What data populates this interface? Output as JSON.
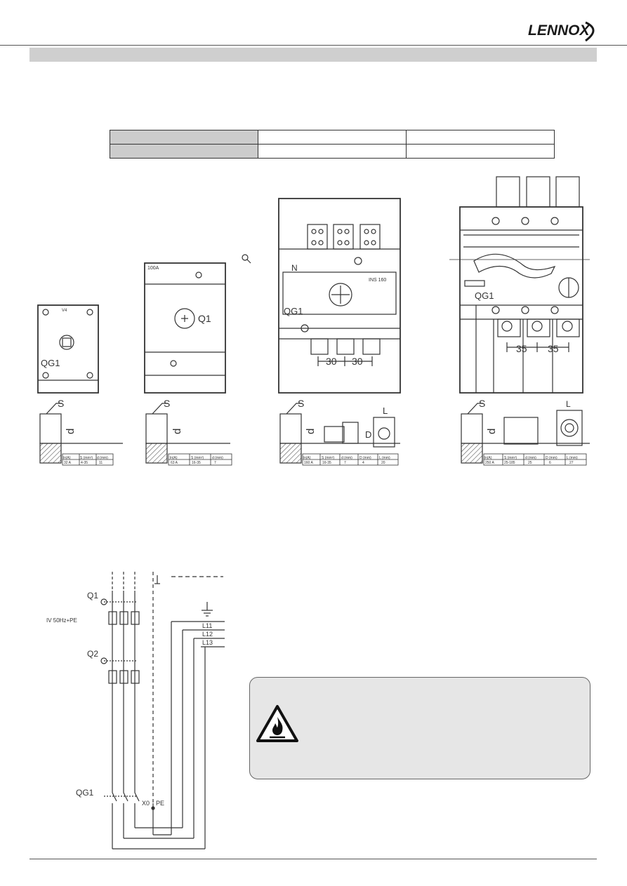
{
  "header": {
    "brand": "LENNOX"
  },
  "drawings": {
    "d1": {
      "top_text": "V4",
      "label": "QG1",
      "table": {
        "headers": [
          "ln(A)",
          "S (mm²)",
          "d (mm)"
        ],
        "values": [
          "32 A",
          "4-35",
          "11"
        ]
      }
    },
    "d2": {
      "top_text": "100A",
      "label": "Q1",
      "table": {
        "headers": [
          "ln(A)",
          "S (mm²)",
          "d (mm)"
        ],
        "values": [
          "63 A",
          "16-35",
          "7"
        ]
      }
    },
    "d3": {
      "label_n": "N",
      "model": "INS 160",
      "label": "QG1",
      "dim_a": "30",
      "dim_b": "30",
      "side_l": "L",
      "side_d": "D",
      "table": {
        "headers": [
          "ln(A)",
          "S (mm²)",
          "d (mm)",
          "D (mm)",
          "L (mm)"
        ],
        "values": [
          "160 A",
          "16-35",
          "7",
          "4",
          "20"
        ]
      }
    },
    "d4": {
      "label": "QG1",
      "dim_a": "35",
      "dim_b": "35",
      "side_l": "L",
      "table": {
        "headers": [
          "ln(A)",
          "S (mm²)",
          "d (mm)",
          "D (mm)",
          "L (mm)"
        ],
        "values": [
          "250 A",
          "25-185",
          "25",
          "6",
          "27"
        ]
      }
    },
    "s_label": "S",
    "d_label": "d"
  },
  "schematic": {
    "q1": "Q1",
    "q2": "Q2",
    "qg1": "QG1",
    "supply": "IV 50Hz+PE",
    "lines": [
      "L11",
      "L12",
      "L13"
    ],
    "terminal": "X0",
    "pe": "PE"
  }
}
